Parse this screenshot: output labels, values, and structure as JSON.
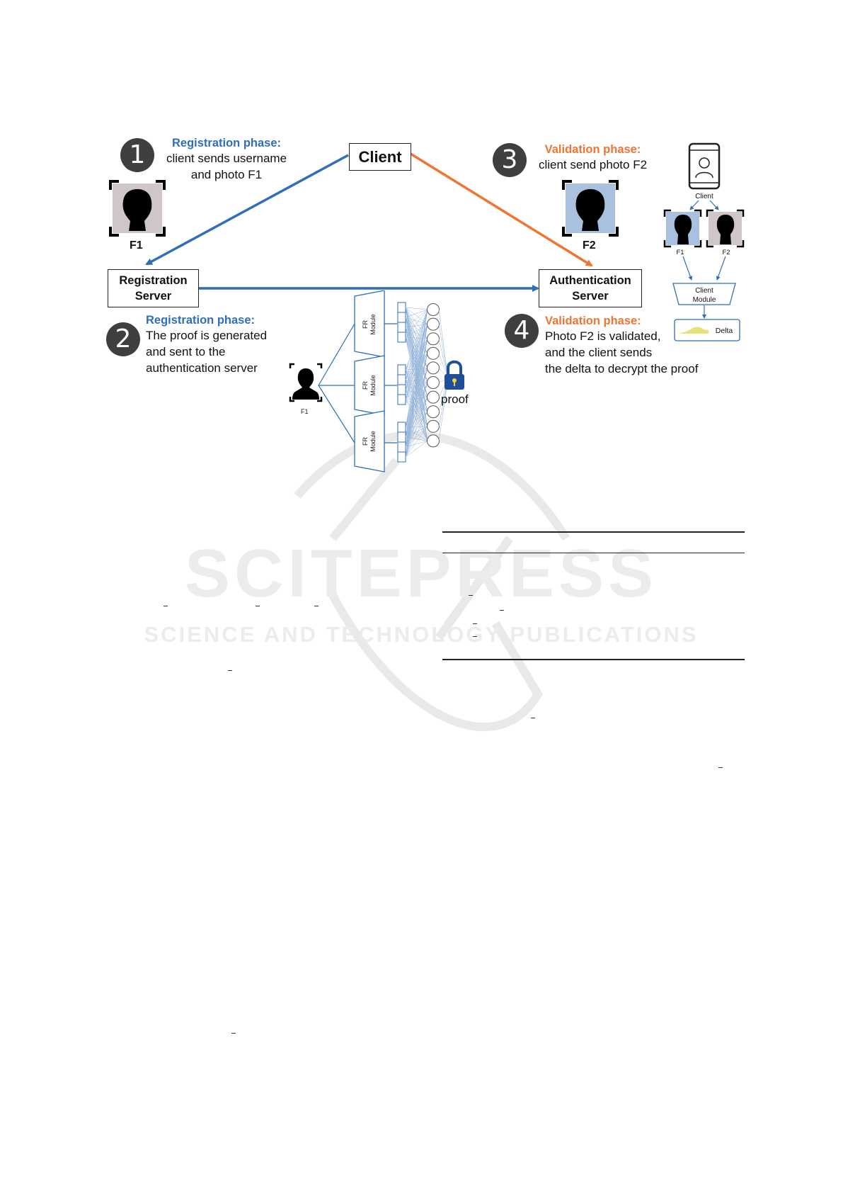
{
  "client": {
    "label": "Client"
  },
  "registration_server": {
    "label_line1": "Registration",
    "label_line2": "Server"
  },
  "authentication_server": {
    "label_line1": "Authentication",
    "label_line2": "Server"
  },
  "step1": {
    "number": "1",
    "title": "Registration phase:",
    "line1": "client sends username",
    "line2": "and photo F1",
    "photo_label": "F1"
  },
  "step2": {
    "number": "2",
    "title": "Registration phase:",
    "line1": "The proof is generated",
    "line2": "and sent to the",
    "line3": "authentication server"
  },
  "step3": {
    "number": "3",
    "title": "Validation phase:",
    "line1": "client send photo F2",
    "photo_label": "F2"
  },
  "step4": {
    "number": "4",
    "title": "Validation phase:",
    "line1": "Photo F2 is validated,",
    "line2": "and the client sends",
    "line3": "the delta to decrypt the proof"
  },
  "network": {
    "input_label": "F1",
    "module_label_line1": "FR",
    "module_label_line2": "Module",
    "output_label": "proof"
  },
  "client_panel": {
    "client_label": "Client",
    "f1_label": "F1",
    "f2_label": "F2",
    "module_line1": "Client",
    "module_line2": "Module",
    "delta_label": "Delta"
  },
  "watermark": {
    "line1": "SCITEPRESS",
    "line2": "SCIENCE AND TECHNOLOGY PUBLICATIONS"
  },
  "colors": {
    "blue": "#2f6eb8",
    "orange": "#ef7532",
    "photo_blue_bg": "#a9c0de",
    "photo_grey_bg": "#cfc7c7"
  }
}
